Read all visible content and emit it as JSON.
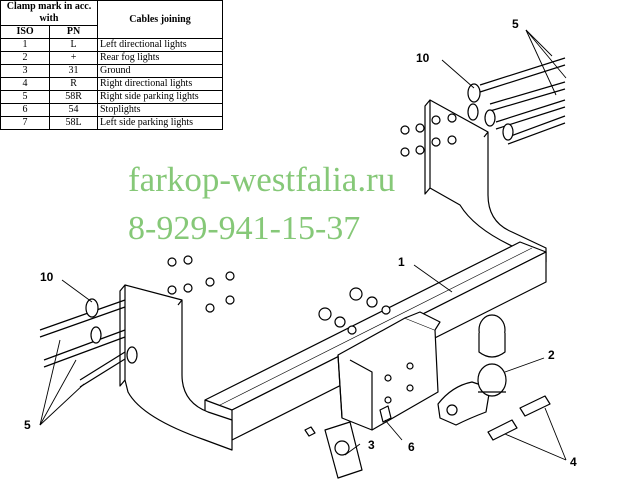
{
  "table": {
    "header_clamp": "Clamp mark in acc. with",
    "header_cables": "Cables joining",
    "sub_iso": "ISO",
    "sub_pn": "PN",
    "rows": [
      {
        "iso": "1",
        "pn": "L",
        "desc": "Left directional lights"
      },
      {
        "iso": "2",
        "pn": "+",
        "desc": "Rear fog lights"
      },
      {
        "iso": "3",
        "pn": "31",
        "desc": "Ground"
      },
      {
        "iso": "4",
        "pn": "R",
        "desc": "Right directional lights"
      },
      {
        "iso": "5",
        "pn": "58R",
        "desc": "Right side parking lights"
      },
      {
        "iso": "6",
        "pn": "54",
        "desc": "Stoplights"
      },
      {
        "iso": "7",
        "pn": "58L",
        "desc": "Left side parking lights"
      }
    ]
  },
  "watermark": {
    "site": "farkop-westfalia.ru",
    "phone": "8-929-941-15-37",
    "color": "#79c36a"
  },
  "callouts": {
    "c1": "1",
    "c2": "2",
    "c3": "3",
    "c4": "4",
    "c5a": "5",
    "c5b": "5",
    "c6": "6",
    "c10a": "10",
    "c10b": "10"
  }
}
